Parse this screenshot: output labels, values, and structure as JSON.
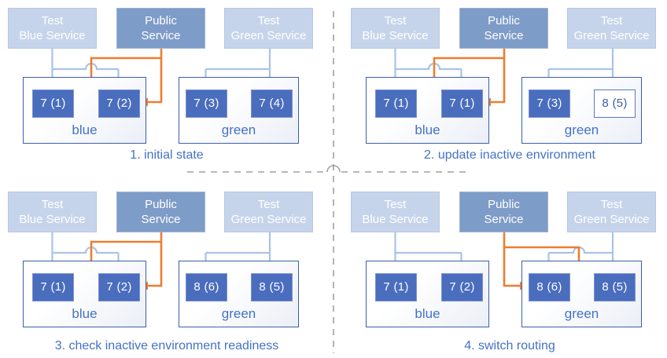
{
  "colors": {
    "accent_blue": "#4472C4",
    "pod_fill": "#4A6DBE",
    "service_light_fill": "#C6D4EB",
    "service_dark_fill": "#7E9CC8",
    "env_border": "#3D5EA8",
    "connector_light": "#A9C3E6",
    "connector_orange": "#ED7D31",
    "divider_gray": "#A0A0A0"
  },
  "panels": [
    {
      "caption": "1. initial state",
      "services": [
        {
          "line1": "Test",
          "line2": "Blue Service"
        },
        {
          "line1": "Public",
          "line2": "Service"
        },
        {
          "line1": "Test",
          "line2": "Green Service"
        }
      ],
      "environments": [
        {
          "label": "blue",
          "pods": [
            {
              "label": "7 (1)",
              "state": "filled"
            },
            {
              "label": "7 (2)",
              "state": "filled"
            }
          ]
        },
        {
          "label": "green",
          "pods": [
            {
              "label": "7 (3)",
              "state": "filled"
            },
            {
              "label": "7 (4)",
              "state": "filled"
            }
          ]
        }
      ]
    },
    {
      "caption": "2. update inactive environment",
      "services": [
        {
          "line1": "Test",
          "line2": "Blue Service"
        },
        {
          "line1": "Public",
          "line2": "Service"
        },
        {
          "line1": "Test",
          "line2": "Green Service"
        }
      ],
      "environments": [
        {
          "label": "blue",
          "pods": [
            {
              "label": "7 (1)",
              "state": "filled"
            },
            {
              "label": "7 (1)",
              "state": "filled"
            }
          ]
        },
        {
          "label": "green",
          "pods": [
            {
              "label": "7 (3)",
              "state": "filled"
            },
            {
              "label": "8 (5)",
              "state": "outlined"
            }
          ]
        }
      ]
    },
    {
      "caption": "3. check inactive environment readiness",
      "services": [
        {
          "line1": "Test",
          "line2": "Blue Service"
        },
        {
          "line1": "Public",
          "line2": "Service"
        },
        {
          "line1": "Test",
          "line2": "Green Service"
        }
      ],
      "environments": [
        {
          "label": "blue",
          "pods": [
            {
              "label": "7 (1)",
              "state": "filled"
            },
            {
              "label": "7 (2)",
              "state": "filled"
            }
          ]
        },
        {
          "label": "green",
          "pods": [
            {
              "label": "8 (6)",
              "state": "filled"
            },
            {
              "label": "8 (5)",
              "state": "filled"
            }
          ]
        }
      ]
    },
    {
      "caption": "4. switch routing",
      "services": [
        {
          "line1": "Test",
          "line2": "Blue Service"
        },
        {
          "line1": "Public",
          "line2": "Service"
        },
        {
          "line1": "Test",
          "line2": "Green Service"
        }
      ],
      "environments": [
        {
          "label": "blue",
          "pods": [
            {
              "label": "7 (1)",
              "state": "filled"
            },
            {
              "label": "7 (2)",
              "state": "filled"
            }
          ]
        },
        {
          "label": "green",
          "pods": [
            {
              "label": "8 (6)",
              "state": "filled"
            },
            {
              "label": "8 (5)",
              "state": "filled"
            }
          ]
        }
      ]
    }
  ]
}
